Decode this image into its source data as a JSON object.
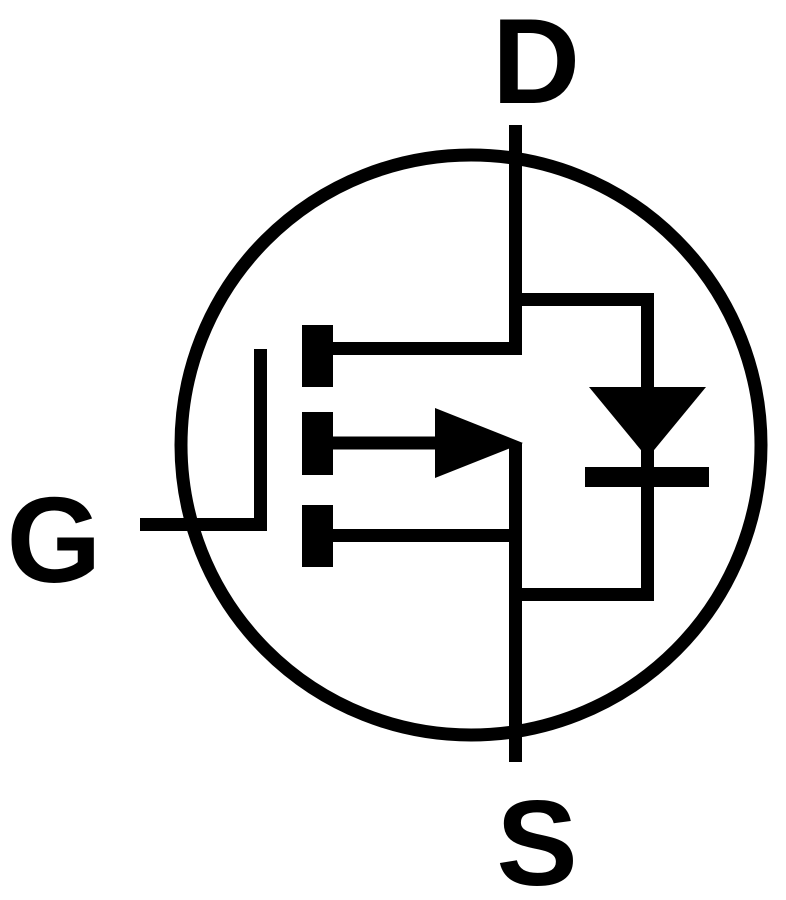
{
  "diagram": {
    "component": "n-channel-mosfet-with-body-diode",
    "colors": {
      "line": "#000000",
      "background": "#ffffff"
    }
  },
  "terminals": {
    "drain": {
      "label": "D",
      "position": "top"
    },
    "gate": {
      "label": "G",
      "position": "left"
    },
    "source": {
      "label": "S",
      "position": "bottom"
    }
  }
}
